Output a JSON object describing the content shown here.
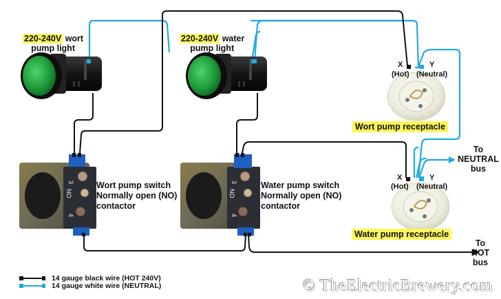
{
  "title": "Pump light and switch wiring diagram",
  "colors": {
    "hot_wire": "#111111",
    "neutral_wire": "#22a9e1",
    "highlight": "#fbf65a",
    "lamp_green": "#1f9a3a",
    "switch_blue": "#1e5fbf"
  },
  "lights": [
    {
      "id": "wort",
      "voltage": "220-240V",
      "name_line1": "wort",
      "name_line2": "pump light",
      "icon": "indicator-lamp-icon"
    },
    {
      "id": "water",
      "voltage": "220-240V",
      "name_line1": "water",
      "name_line2": "pump light",
      "icon": "indicator-lamp-icon"
    }
  ],
  "switches": [
    {
      "id": "wort",
      "line1": "Wort pump switch",
      "line2": "Normally open (NO)",
      "line3": "contactor",
      "terminal_top": "3",
      "terminal_mid": "NO",
      "terminal_bottom": "4",
      "icon": "contactor-switch-icon"
    },
    {
      "id": "water",
      "line1": "Water pump switch",
      "line2": "Normally open (NO)",
      "line3": "contactor",
      "terminal_top": "3",
      "terminal_mid": "NO",
      "terminal_bottom": "4",
      "icon": "contactor-switch-icon"
    }
  ],
  "receptacles": [
    {
      "id": "wort",
      "label": "Wort pump receptacle",
      "x_label": "X",
      "x_sub": "(Hot)",
      "y_label": "Y",
      "y_sub": "(Neutral)",
      "icon": "twist-lock-receptacle-icon"
    },
    {
      "id": "water",
      "label": "Water pump receptacle",
      "x_label": "X",
      "x_sub": "(Hot)",
      "y_label": "Y",
      "y_sub": "(Neutral)",
      "icon": "twist-lock-receptacle-icon"
    }
  ],
  "bus_labels": {
    "neutral": {
      "line1": "To",
      "line2": "NEUTRAL",
      "line3": "bus"
    },
    "hot": {
      "line1": "To",
      "line2": "HOT",
      "line3": "bus"
    }
  },
  "legend": [
    {
      "label": "14 gauge black wire (HOT 240V)",
      "type": "hot"
    },
    {
      "label": "14 gauge white wire (NEUTRAL)",
      "type": "neutral"
    }
  ],
  "watermark": "© TheElectricBrewery.com"
}
